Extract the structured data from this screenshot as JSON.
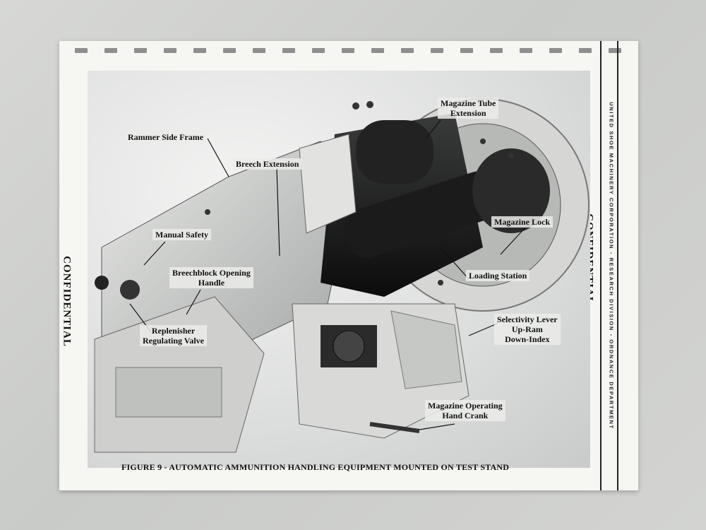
{
  "header_label": "UNITED SHOE MACHINERY CORPORATION - RESEARCH DIVISION - ORDNANCE DEPARTMENT",
  "classification": "CONFIDENTIAL",
  "caption": "FIGURE 9 - AUTOMATIC AMMUNITION HANDLING EQUIPMENT MOUNTED ON TEST STAND",
  "callouts": {
    "rammer_side_frame": "Rammer Side Frame",
    "breech_extension": "Breech Extension",
    "magazine_tube_ext_1": "Magazine Tube",
    "magazine_tube_ext_2": "Extension",
    "manual_safety": "Manual Safety",
    "magazine_lock": "Magazine Lock",
    "breechblock_1": "Breechblock Opening",
    "breechblock_2": "Handle",
    "loading_station": "Loading Station",
    "replenisher_1": "Replenisher",
    "replenisher_2": "Regulating Valve",
    "selectivity_1": "Selectivity Lever",
    "selectivity_2": "Up-Ram",
    "selectivity_3": "Down-Index",
    "crank_1": "Magazine Operating",
    "crank_2": "Hand Crank"
  }
}
